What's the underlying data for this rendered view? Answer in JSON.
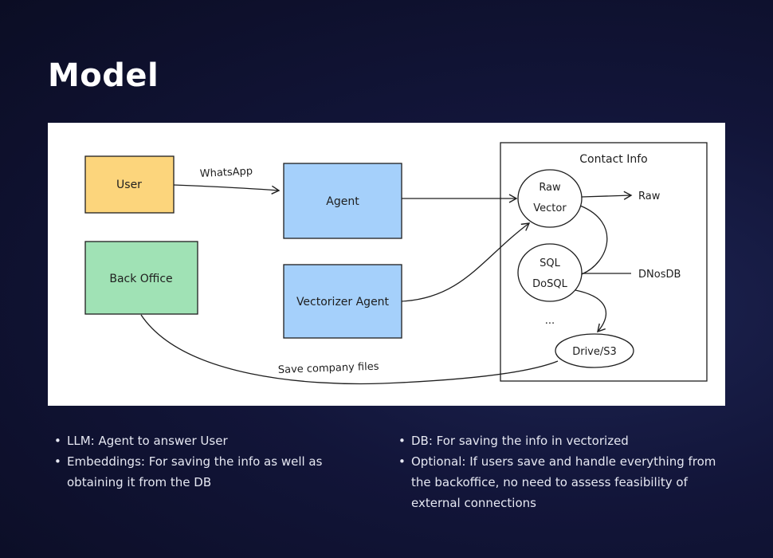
{
  "slide": {
    "title": "Model"
  },
  "diagram": {
    "nodes": {
      "user": "User",
      "agent": "Agent",
      "back_office": "Back Office",
      "vectorizer_agent": "Vectorizer Agent",
      "contact_info": "Contact Info",
      "raw_vector_line1": "Raw",
      "raw_vector_line2": "Vector",
      "sql_line1": "SQL",
      "sql_line2": "DoSQL",
      "ellipsis": "...",
      "drive_s3": "Drive/S3",
      "raw_out": "Raw",
      "dnosdb_out": "DNosDB"
    },
    "edges": {
      "whatsapp": "WhatsApp",
      "save_company_files": "Save company files"
    },
    "colors": {
      "user": "#fcd57c",
      "agent": "#a5d0fb",
      "back_office": "#a0e2b5",
      "vectorizer_agent": "#a5d0fb",
      "stroke": "#1e1e1e"
    }
  },
  "bullets": {
    "left": [
      "LLM: Agent to answer User",
      "Embeddings: For saving the info as well as obtaining it from the DB"
    ],
    "right": [
      "DB: For saving the info in vectorized",
      "Optional: If users save and handle everything from the backoffice, no need to assess feasibility of external connections"
    ]
  }
}
